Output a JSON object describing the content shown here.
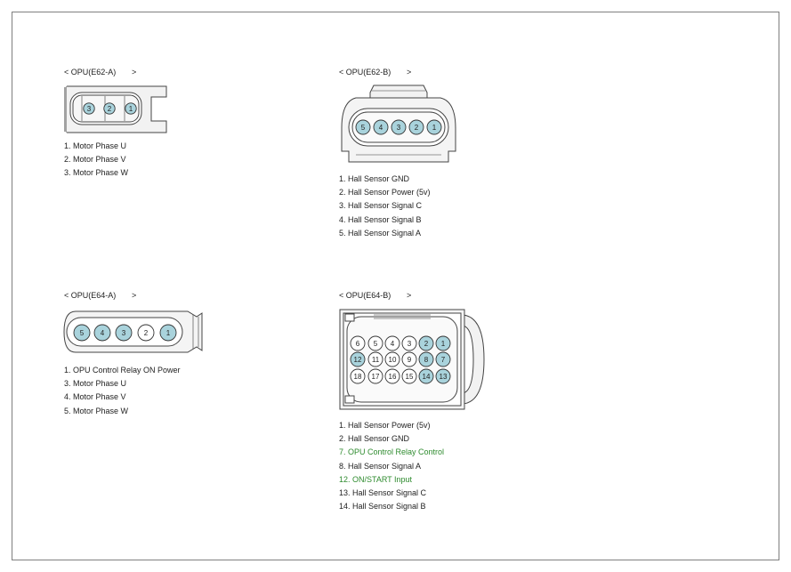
{
  "connectors": [
    {
      "title": "< OPU(E62-A)",
      "arrow": ">",
      "pins": [
        {
          "label": "3",
          "filled": true
        },
        {
          "label": "2",
          "filled": true
        },
        {
          "label": "1",
          "filled": true
        }
      ],
      "descriptions": [
        {
          "text": "1. Motor Phase U",
          "highlight": false
        },
        {
          "text": "2. Motor Phase V",
          "highlight": false
        },
        {
          "text": "3. Motor Phase W",
          "highlight": false
        }
      ]
    },
    {
      "title": "< OPU(E62-B)",
      "arrow": ">",
      "pins": [
        {
          "label": "5",
          "filled": true
        },
        {
          "label": "4",
          "filled": true
        },
        {
          "label": "3",
          "filled": true
        },
        {
          "label": "2",
          "filled": true
        },
        {
          "label": "1",
          "filled": true
        }
      ],
      "descriptions": [
        {
          "text": "1. Hall Sensor GND",
          "highlight": false
        },
        {
          "text": "2. Hall Sensor Power (5v)",
          "highlight": false
        },
        {
          "text": "3. Hall Sensor Signal C",
          "highlight": false
        },
        {
          "text": "4. Hall Sensor Signal B",
          "highlight": false
        },
        {
          "text": "5. Hall Sensor Signal A",
          "highlight": false
        }
      ]
    },
    {
      "title": "< OPU(E64-A)",
      "arrow": ">",
      "pins": [
        {
          "label": "5",
          "filled": true
        },
        {
          "label": "4",
          "filled": true
        },
        {
          "label": "3",
          "filled": true
        },
        {
          "label": "2",
          "filled": false
        },
        {
          "label": "1",
          "filled": true
        }
      ],
      "descriptions": [
        {
          "text": "1.  OPU Control Relay ON Power",
          "highlight": false
        },
        {
          "text": "3. Motor Phase U",
          "highlight": false
        },
        {
          "text": "4. Motor Phase V",
          "highlight": false
        },
        {
          "text": "5. Motor Phase W",
          "highlight": false
        }
      ]
    },
    {
      "title": "< OPU(E64-B)",
      "arrow": ">",
      "pin_rows": [
        [
          {
            "label": "6",
            "filled": false
          },
          {
            "label": "5",
            "filled": false
          },
          {
            "label": "4",
            "filled": false
          },
          {
            "label": "3",
            "filled": false
          },
          {
            "label": "2",
            "filled": true
          },
          {
            "label": "1",
            "filled": true
          }
        ],
        [
          {
            "label": "12",
            "filled": true
          },
          {
            "label": "11",
            "filled": false
          },
          {
            "label": "10",
            "filled": false
          },
          {
            "label": "9",
            "filled": false
          },
          {
            "label": "8",
            "filled": true
          },
          {
            "label": "7",
            "filled": true
          }
        ],
        [
          {
            "label": "18",
            "filled": false
          },
          {
            "label": "17",
            "filled": false
          },
          {
            "label": "16",
            "filled": false
          },
          {
            "label": "15",
            "filled": false
          },
          {
            "label": "14",
            "filled": true
          },
          {
            "label": "13",
            "filled": true
          }
        ]
      ],
      "descriptions": [
        {
          "text": "1. Hall Sensor Power (5v)",
          "highlight": false
        },
        {
          "text": "2. Hall Sensor GND",
          "highlight": false
        },
        {
          "text": "7. OPU Control Relay Control",
          "highlight": true
        },
        {
          "text": "8. Hall Sensor Signal A",
          "highlight": false
        },
        {
          "text": "12. ON/START Input",
          "highlight": true
        },
        {
          "text": "13. Hall Sensor Signal C",
          "highlight": false
        },
        {
          "text": "14. Hall Sensor Signal B",
          "highlight": false
        }
      ]
    }
  ],
  "colors": {
    "pin_fill": "#a9d3dc",
    "highlight_text": "#2e8b2e",
    "frame": "#7f7f7f"
  }
}
